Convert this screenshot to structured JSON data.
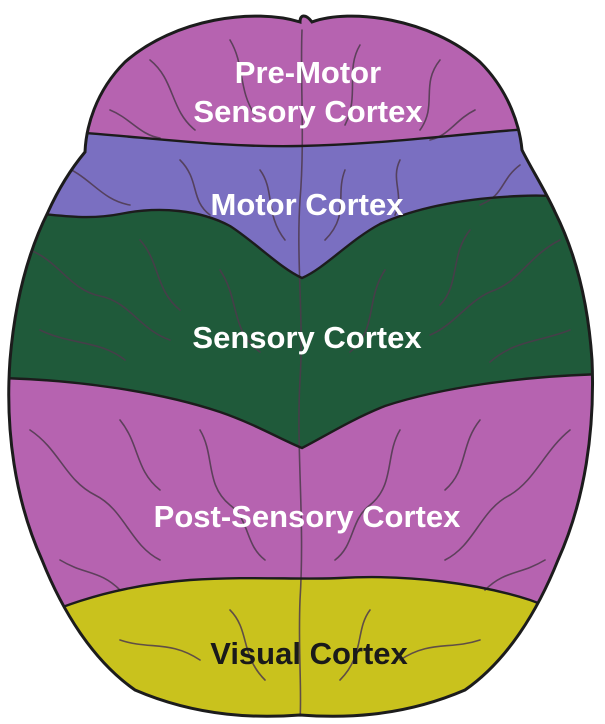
{
  "diagram": {
    "regions": [
      {
        "id": "pre-motor",
        "label_line1": "Pre-Motor",
        "label_line2": "Sensory Cortex",
        "color": "#b663b0"
      },
      {
        "id": "motor",
        "label": "Motor Cortex",
        "color": "#7a6fc1"
      },
      {
        "id": "sensory",
        "label": "Sensory Cortex",
        "color": "#1f5a3a"
      },
      {
        "id": "post-sensory",
        "label": "Post-Sensory Cortex",
        "color": "#b663b0"
      },
      {
        "id": "visual",
        "label": "Visual Cortex",
        "color": "#c9c21d"
      }
    ],
    "outline_color": "#1c1c1c",
    "sulcus_color": "#4d3a4c"
  }
}
